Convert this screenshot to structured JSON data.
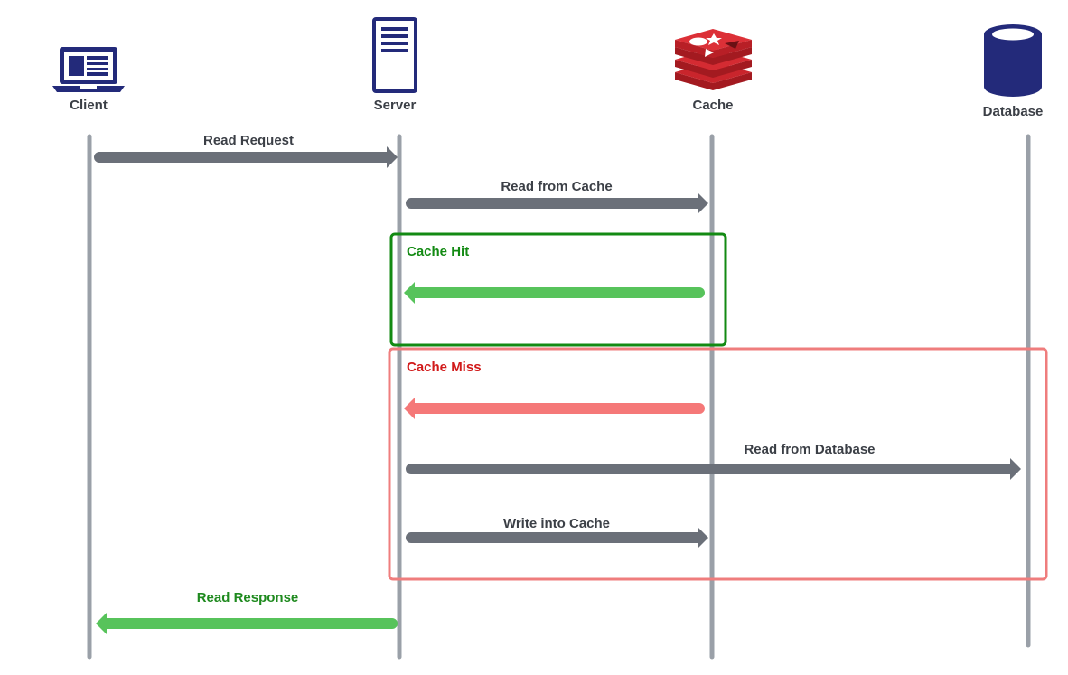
{
  "actors": {
    "client": {
      "label": "Client",
      "icon": "laptop-icon"
    },
    "server": {
      "label": "Server",
      "icon": "server-icon"
    },
    "cache": {
      "label": "Cache",
      "icon": "redis-cache-icon"
    },
    "database": {
      "label": "Database",
      "icon": "database-cylinder-icon"
    }
  },
  "messages": {
    "read_request": {
      "label": "Read Request",
      "from": "client",
      "to": "server"
    },
    "read_from_cache": {
      "label": "Read from Cache",
      "from": "server",
      "to": "cache"
    },
    "cache_hit_return": {
      "label": "",
      "from": "cache",
      "to": "server"
    },
    "cache_miss_return": {
      "label": "",
      "from": "cache",
      "to": "server"
    },
    "read_from_database": {
      "label": "Read from Database",
      "from": "server",
      "to": "database"
    },
    "write_into_cache": {
      "label": "Write into Cache",
      "from": "server",
      "to": "cache"
    },
    "read_response": {
      "label": "Read Response",
      "from": "server",
      "to": "client"
    }
  },
  "fragments": {
    "cache_hit": {
      "label": "Cache Hit"
    },
    "cache_miss": {
      "label": "Cache Miss"
    }
  },
  "colors": {
    "lifeline": "#9aa0a8",
    "arrow_gray": "#6b7079",
    "arrow_green": "#57c35b",
    "arrow_red": "#f57878",
    "hit_border": "#138a13",
    "hit_text": "#138a13",
    "miss_border": "#ef7d7d",
    "miss_text": "#d11a1a",
    "icon_navy": "#232a7a",
    "redis_red": "#c9252c"
  }
}
